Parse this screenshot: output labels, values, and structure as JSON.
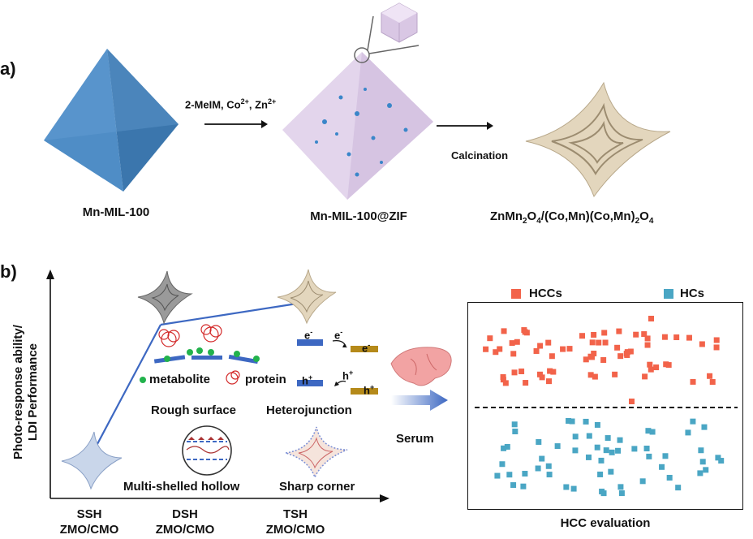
{
  "panel_a": {
    "label": "a)",
    "step1": "Mn-MIL-100",
    "step2": "Mn-MIL-100@ZIF",
    "step3_main": "ZnMn",
    "step3_parts": [
      "2",
      "O",
      "4",
      "/(Co,Mn)(Co,Mn)",
      "2",
      "O",
      "4"
    ],
    "arrow1_label": "2-MeIM, Co",
    "arrow1_sup1": "2+",
    "arrow1_mid": ", Zn",
    "arrow1_sup2": "2+",
    "arrow2_label": "Calcination"
  },
  "panel_b": {
    "label": "b)",
    "y_axis_line1": "Photo-response ability/",
    "y_axis_line2": "LDI Performance",
    "x_ticks": [
      {
        "top": "SSH",
        "bottom": "ZMO/CMO"
      },
      {
        "top": "DSH",
        "bottom": "ZMO/CMO"
      },
      {
        "top": "TSH",
        "bottom": "ZMO/CMO"
      }
    ],
    "metabolite": "metabolite",
    "protein": "protein",
    "rough_surface": "Rough surface",
    "heterojunction": "Heterojunction",
    "multi_shelled": "Multi-shelled hollow",
    "sharp_corner": "Sharp corner",
    "e_minus": "e",
    "h_plus": "h",
    "serum": "Serum"
  },
  "scatter": {
    "legend_hcc": "HCCs",
    "legend_hc": "HCs",
    "xlabel": "HCC evaluation",
    "colors": {
      "hcc": "#f2634a",
      "hc": "#4aa6c4"
    }
  }
}
